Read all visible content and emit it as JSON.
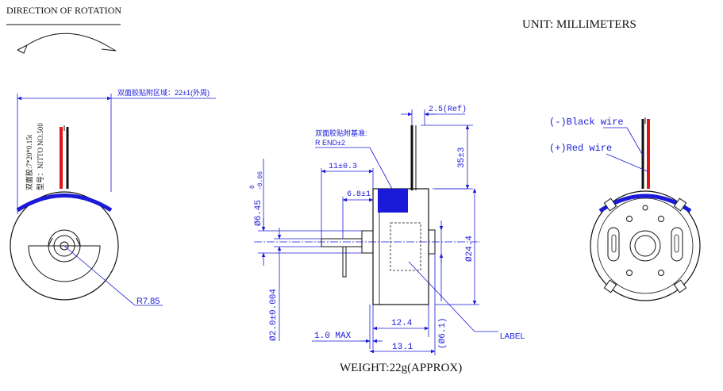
{
  "header": {
    "rotation_label": "DIRECTION OF ROTATION",
    "unit_label": "UNIT: MILLIMETERS"
  },
  "left_view": {
    "tape_region_note": "双面胶贴附区域：22±1(外周)",
    "tape_spec": "双面胶:7*20*0.15t",
    "tape_model": "型号：NITTO NO.500",
    "radius_label": "R7.85"
  },
  "side_view": {
    "ref_dim": "2.5(Ref)",
    "tape_ref_line1": "双面胶贴附基准:",
    "tape_ref_line2": "R END±2",
    "lead_len": "35±3",
    "dim_11": "11±0.3",
    "dim_68": "6.8±1",
    "dim_645": "Ø6.45",
    "dim_645_tol_top": "0",
    "dim_645_tol_bot": "-0.06",
    "dim_shaft": "Ø2.0±0.004",
    "dim_body": "Ø24.4",
    "dim_boss": "(Ø6.1)",
    "dim_max": "1.0 MAX",
    "dim_124": "12.4",
    "dim_131": "13.1",
    "label_callout": "LABEL",
    "weight": "WEIGHT:22g(APPROX)"
  },
  "right_view": {
    "black_wire": "(-)Black wire",
    "red_wire": "(+)Red wire"
  },
  "colors": {
    "dimension": "#1a1ad8",
    "tape": "#1a1ad8",
    "red_wire": "#e01515",
    "black_wire": "#111111",
    "outline": "#111111"
  }
}
